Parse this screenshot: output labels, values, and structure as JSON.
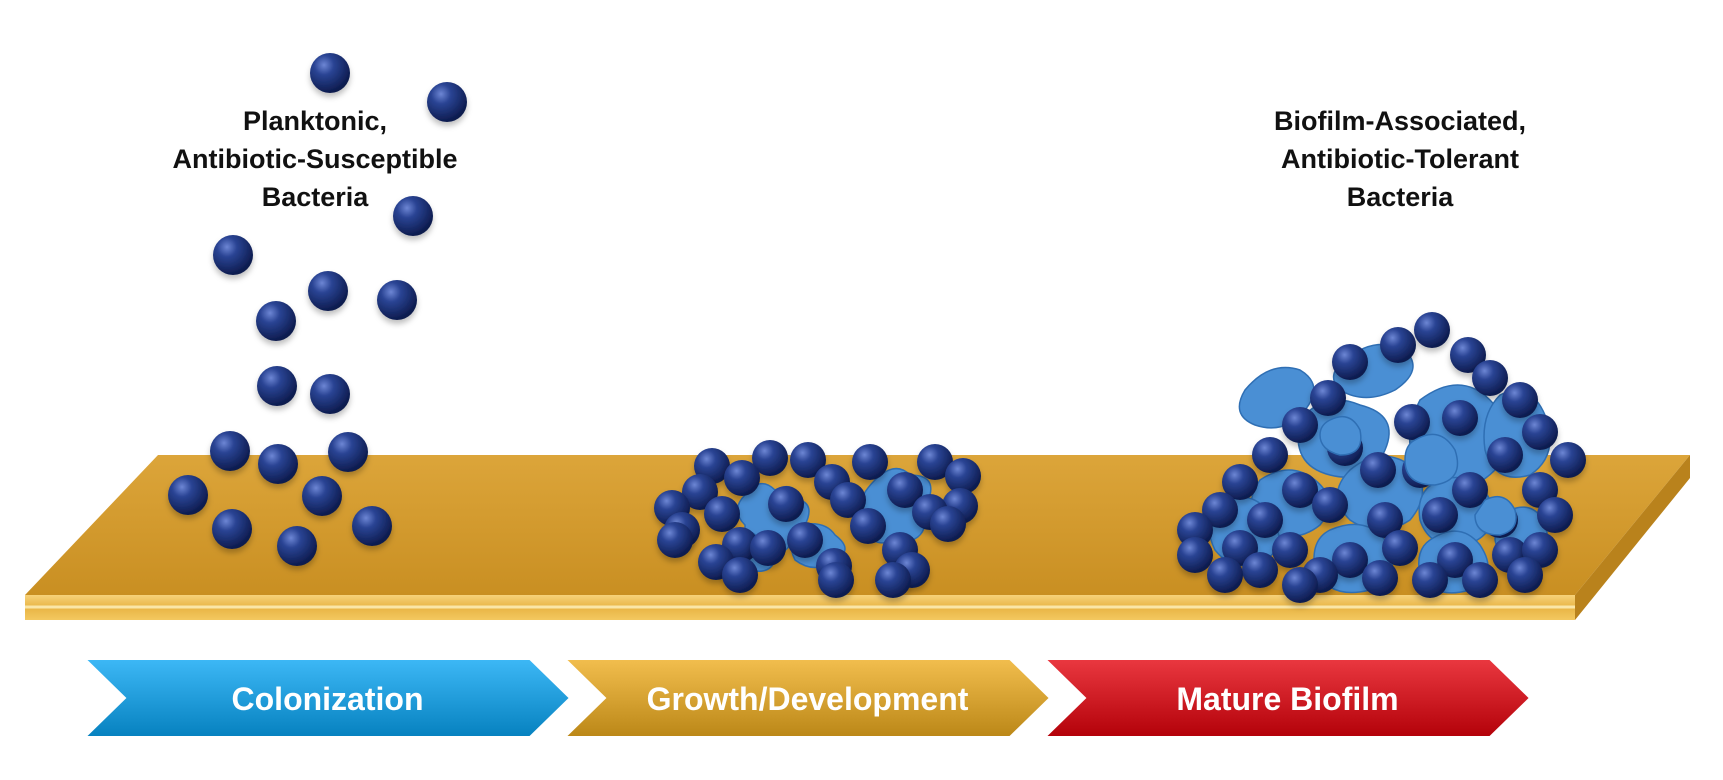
{
  "labels": {
    "planktonic": [
      "Planktonic,",
      "Antibiotic-Susceptible",
      "Bacteria"
    ],
    "biofilm": [
      "Biofilm-Associated,",
      "Antibiotic-Tolerant",
      "Bacteria"
    ]
  },
  "stages": [
    {
      "label": "Colonization",
      "color": "#1f9ad8"
    },
    {
      "label": "Growth/Development",
      "color": "#d4a030"
    },
    {
      "label": "Mature Biofilm",
      "color": "#cc1a22"
    }
  ],
  "colors": {
    "surface": "#d69b2a",
    "bacterium": "#1d3580",
    "matrix": "#4a8fd4"
  }
}
